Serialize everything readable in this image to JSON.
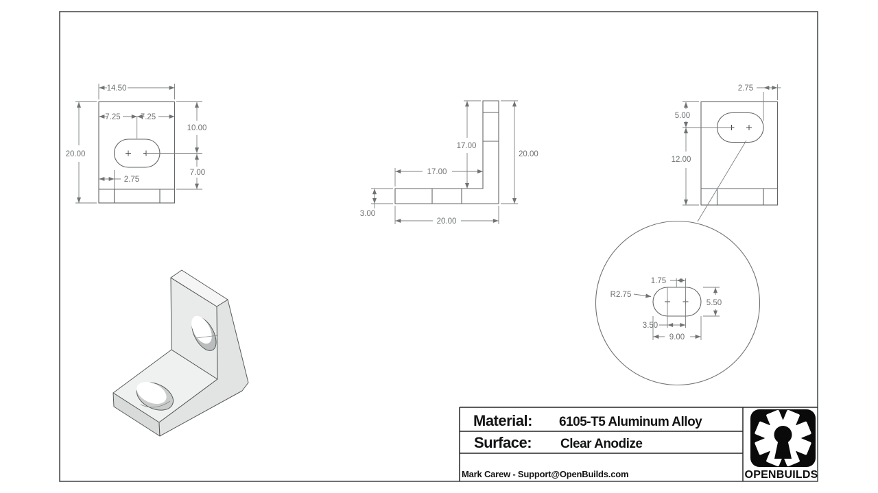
{
  "document": {
    "type": "engineering-drawing",
    "part": "L angle bracket, third-angle views with detail and isometric"
  },
  "views": {
    "front": {
      "overall_width": "14.50",
      "overall_height": "20.00",
      "slot_offset_left": "7.25",
      "slot_offset_right": "7.25",
      "top_to_slot_center": "10.00",
      "slot_center_to_base": "7.00",
      "edge_to_slot": "2.75"
    },
    "side": {
      "leg_height": "17.00",
      "leg_length": "17.00",
      "overall_height": "20.00",
      "overall_length": "20.00",
      "thickness": "3.00"
    },
    "right": {
      "slot_to_edge": "2.75",
      "top_to_slot_center": "5.00",
      "slot_center_to_bottom": "12.00"
    },
    "detail": {
      "center_offset": "1.75",
      "corner_radius": "R2.75",
      "slot_height": "5.50",
      "center_spacing": "3.50",
      "slot_length": "9.00"
    }
  },
  "title_block": {
    "material_label": "Material:",
    "material_value": "6105-T5 Aluminum Alloy",
    "surface_label": "Surface:",
    "surface_value": "Clear Anodize",
    "credit": "Mark Carew - Support@OpenBuilds.com",
    "brand": "OPENBUILDS"
  },
  "colors": {
    "line_gray": "#7d8082",
    "outline_gray": "#626568",
    "title_text": "#121314",
    "logo_background": "#0a0a0a",
    "part_fill_light": "#f0f2f1"
  }
}
